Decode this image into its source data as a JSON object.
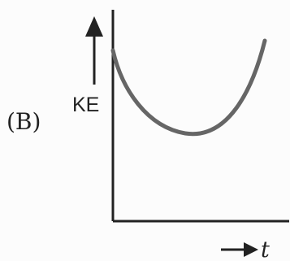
{
  "diagram": {
    "panel_label": "(B)",
    "y_axis_label": "KE",
    "x_axis_label": "t",
    "curve_shape": "u-shaped",
    "colors": {
      "background": "#fcfcfc",
      "ink": "#222222",
      "curve": "#666666"
    }
  }
}
